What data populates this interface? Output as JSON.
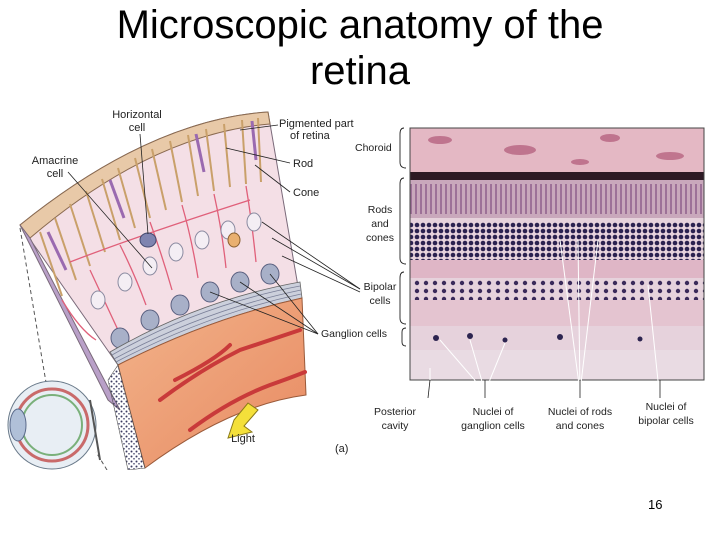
{
  "slide": {
    "title_line1": "Microscopic anatomy of the",
    "title_line2": "retina",
    "page_number": "16"
  },
  "diagram": {
    "panel_letter": "(a)",
    "left_labels": {
      "horizontal_cell_1": "Horizontal",
      "horizontal_cell_2": "cell",
      "amacrine_cell_1": "Amacrine",
      "amacrine_cell_2": "cell",
      "pigmented_1": "Pigmented part",
      "pigmented_2": "of retina",
      "rod": "Rod",
      "cone": "Cone",
      "light": "Light"
    },
    "right_labels": {
      "choroid": "Choroid",
      "rods_cones_1": "Rods",
      "rods_cones_2": "and",
      "rods_cones_3": "cones",
      "bipolar_1": "Bipolar",
      "bipolar_2": "cells",
      "ganglion": "Ganglion cells"
    },
    "bottom_labels": {
      "posterior_1": "Posterior",
      "posterior_2": "cavity",
      "nuclei_ganglion_1": "Nuclei of",
      "nuclei_ganglion_2": "ganglion cells",
      "nuclei_rods_1": "Nuclei of rods",
      "nuclei_rods_2": "and cones",
      "nuclei_bipolar_1": "Nuclei of",
      "nuclei_bipolar_2": "bipolar cells"
    }
  }
}
